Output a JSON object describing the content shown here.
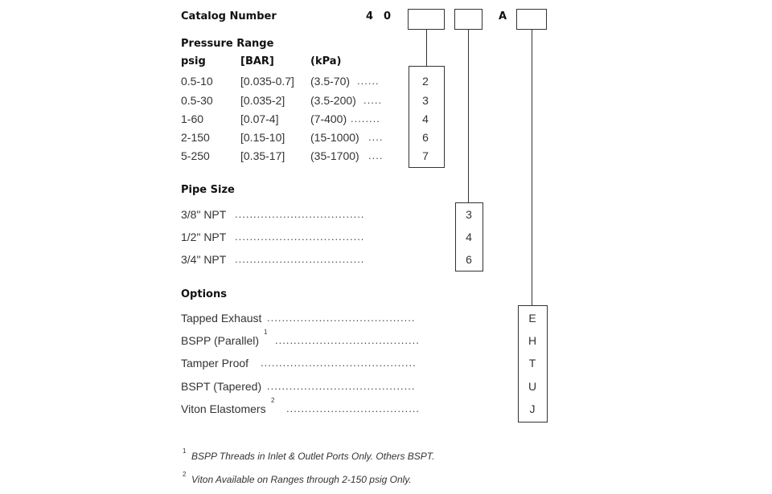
{
  "header": {
    "catalog_label": "Catalog Number",
    "digit_1": "4",
    "digit_2": "0",
    "letter": "A"
  },
  "pressure": {
    "title": "Pressure Range",
    "col_psig": "psig",
    "col_bar": "[BAR]",
    "col_kpa": "(kPa)",
    "rows": [
      {
        "psig": "0.5-10",
        "bar": "[0.035-0.7]",
        "kpa": "(3.5-70)",
        "code": "2"
      },
      {
        "psig": "0.5-30",
        "bar": "[0.035-2]",
        "kpa": "(3.5-200)",
        "code": "3"
      },
      {
        "psig": "1-60",
        "bar": "[0.07-4]",
        "kpa": "(7-400)",
        "code": "4"
      },
      {
        "psig": "2-150",
        "bar": "[0.15-10]",
        "kpa": "(15-1000)",
        "code": "6"
      },
      {
        "psig": "5-250",
        "bar": "[0.35-17]",
        "kpa": "(35-1700)",
        "code": "7"
      }
    ]
  },
  "pipe": {
    "title": "Pipe Size",
    "rows": [
      {
        "label": "3/8\" NPT",
        "code": "3"
      },
      {
        "label": "1/2\" NPT",
        "code": "4"
      },
      {
        "label": "3/4\" NPT",
        "code": "6"
      }
    ]
  },
  "options": {
    "title": "Options",
    "rows": [
      {
        "label": "Tapped Exhaust",
        "sup": "",
        "code": "E"
      },
      {
        "label": "BSPP (Parallel)",
        "sup": "1",
        "code": "H"
      },
      {
        "label": "Tamper Proof",
        "sup": "",
        "code": "T"
      },
      {
        "label": "BSPT (Tapered)",
        "sup": "",
        "code": "U"
      },
      {
        "label": "Viton Elastomers",
        "sup": "2",
        "code": "J"
      }
    ]
  },
  "footnotes": [
    {
      "mark": "1",
      "text": "BSPP Threads in Inlet & Outlet Ports Only. Others BSPT."
    },
    {
      "mark": "2",
      "text": "Viton Available on Ranges through 2-150 psig Only."
    }
  ]
}
